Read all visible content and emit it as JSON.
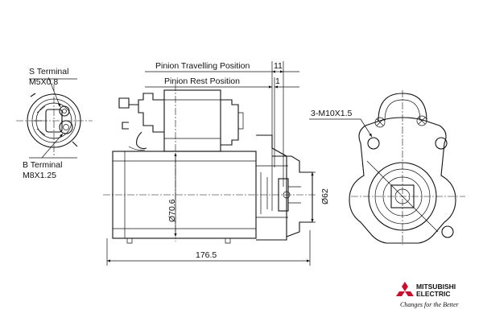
{
  "labels": {
    "s_terminal": "S Terminal",
    "s_thread": "M5X0.8",
    "b_terminal": "B Terminal",
    "b_thread": "M8X1.25",
    "pinion_travel": "Pinion Travelling Position",
    "pinion_rest": "Pinion Rest Position",
    "dim_travel": "11",
    "dim_rest": "1",
    "mount_screws": "3-M10X1.5",
    "dia_body": "Ø70.6",
    "dia_pinion": "Ø62",
    "overall_length": "176.5"
  },
  "logo": {
    "line1": "MITSUBISHI",
    "line2": "ELECTRIC",
    "tagline": "Changes for the Better"
  },
  "icons": {
    "logo_mark": "three-diamond-icon"
  }
}
